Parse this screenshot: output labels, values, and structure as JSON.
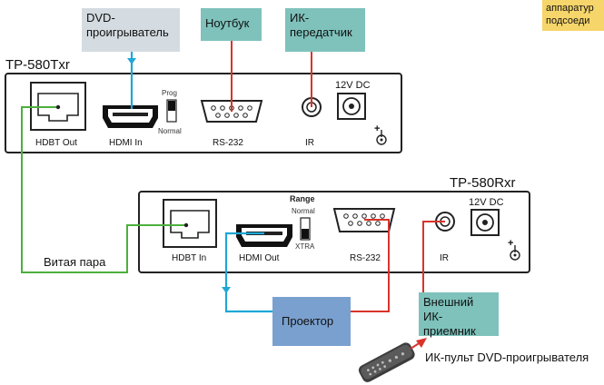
{
  "devices": {
    "tx": {
      "model": "TP-580Txr",
      "ports": {
        "hdbt": "HDBT Out",
        "hdmi": "HDMI In",
        "rs232": "RS-232",
        "ir": "IR",
        "power": "12V DC"
      },
      "switch": {
        "top": "Prog",
        "bottom": "Normal"
      }
    },
    "rx": {
      "model": "TP-580Rxr",
      "ports": {
        "hdbt": "HDBT In",
        "hdmi": "HDMI Out",
        "rs232": "RS-232",
        "ir": "IR",
        "power": "12V DC"
      },
      "switch": {
        "title": "Range",
        "top": "Normal",
        "bottom": "XTRA"
      }
    }
  },
  "callouts": {
    "dvd_player": [
      "DVD-",
      "проигрыватель"
    ],
    "laptop": "Ноутбук",
    "ir_transmitter": [
      "ИК-",
      "передатчик"
    ],
    "projector": "Проектор",
    "ir_receiver": [
      "Внешний",
      "ИК-приемник"
    ],
    "twisted_pair": "Витая пара",
    "remote": "ИК-пульт DVD-проигрывателя",
    "corner_note": [
      "аппаратур",
      "подсоеди"
    ]
  },
  "colors": {
    "hdbt_cable": "#4caf3c",
    "hdmi_cable": "#1ea7d6",
    "rs232_cable": "#d9342b",
    "ir_cable": "#d9342b",
    "callout_gray": "#d4dbe1",
    "callout_teal": "#7ec2bb",
    "callout_blue": "#7aa0cf",
    "note_yellow": "#f6d56a"
  }
}
